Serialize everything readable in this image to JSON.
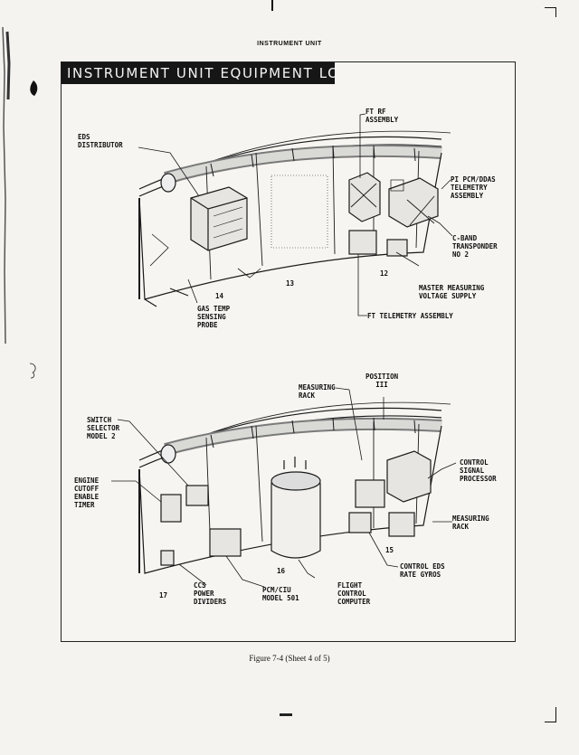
{
  "page_header": "INSTRUMENT UNIT",
  "title": "INSTRUMENT UNIT EQUIPMENT LOCATIONS",
  "caption": "Figure 7-4 (Sheet 4 of 5)",
  "upper_labels": {
    "eds_distributor": "EDS\nDISTRIBUTOR",
    "ft_rf": "FT RF\nASSEMBLY",
    "pi_pcm": "PI PCM/DDAS\nTELEMETRY\nASSEMBLY",
    "c_band": "C-BAND\nTRANSPONDER\nNO 2",
    "master_measuring": "MASTER MEASURING\nVOLTAGE SUPPLY",
    "ft_telemetry": "FT TELEMETRY ASSEMBLY",
    "gas_temp": "GAS TEMP\nSENSING\nPROBE",
    "num_12": "12",
    "num_13": "13",
    "num_14": "14"
  },
  "lower_labels": {
    "position": "POSITION\nIII",
    "measuring_rack_top": "MEASURING\nRACK",
    "switch_selector": "SWITCH\nSELECTOR\nMODEL 2",
    "engine_cutoff": "ENGINE\nCUTOFF\nENABLE\nTIMER",
    "control_signal": "CONTROL\nSIGNAL\nPROCESSOR",
    "measuring_rack_right": "MEASURING\nRACK",
    "control_eds": "CONTROL EDS\nRATE GYROS",
    "flight_control": "FLIGHT\nCONTROL\nCOMPUTER",
    "pcm_ciu": "PCM/CIU\nMODEL 501",
    "ccs_power": "CCS\nPOWER\nDIVIDERS",
    "num_15": "15",
    "num_16": "16",
    "num_17": "17"
  }
}
